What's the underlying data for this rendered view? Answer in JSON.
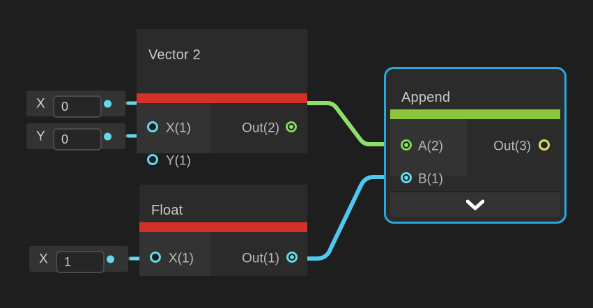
{
  "canvas": {
    "background": "#1e1e1e",
    "wire_colors": {
      "cyan": "#66d9e8",
      "green": "#8ee06a",
      "stub_dim": "#3c4f4f"
    },
    "accent_colors": {
      "red": "#d3302a",
      "green": "#8cc63e",
      "selection_blue": "#29a8e0",
      "yellow": "#e8e05a"
    }
  },
  "nodes": {
    "vector2": {
      "title": "Vector 2",
      "accent": "red",
      "inputs": [
        {
          "label": "X(1)",
          "port": "hollow-cyan"
        },
        {
          "label": "Y(1)",
          "port": "hollow-cyan"
        }
      ],
      "outputs": [
        {
          "label": "Out(2)",
          "port": "filled-green"
        }
      ]
    },
    "float": {
      "title": "Float",
      "accent": "red",
      "inputs": [
        {
          "label": "X(1)",
          "port": "hollow-cyan"
        }
      ],
      "outputs": [
        {
          "label": "Out(1)",
          "port": "filled-cyan"
        }
      ]
    },
    "append": {
      "title": "Append",
      "accent": "green",
      "selected": true,
      "inputs": [
        {
          "label": "A(2)",
          "port": "filled-green"
        },
        {
          "label": "B(1)",
          "port": "filled-cyan"
        }
      ],
      "outputs": [
        {
          "label": "Out(3)",
          "port": "hollow-yellow"
        }
      ],
      "expander_icon": "chevron-down-icon"
    }
  },
  "widgets": [
    {
      "id": "vector2-x",
      "label": "X",
      "value": "0"
    },
    {
      "id": "vector2-y",
      "label": "Y",
      "value": "0"
    },
    {
      "id": "float-x",
      "label": "X",
      "value": "1"
    }
  ],
  "connections": [
    {
      "from": "vector2.Out(2)",
      "to": "append.A(2)",
      "color": "green"
    },
    {
      "from": "float.Out(1)",
      "to": "append.B(1)",
      "color": "cyan"
    }
  ]
}
